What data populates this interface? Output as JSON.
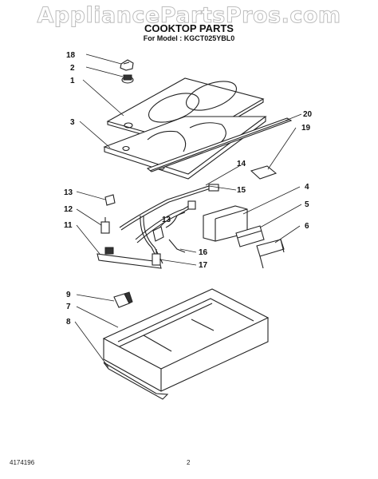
{
  "watermark": "AppliancePartsPros.com",
  "title": "COOKTOP PARTS",
  "model_line": "For Model : KGCT025YBL0",
  "footer": {
    "doc_number": "4174196",
    "page": "2"
  },
  "callouts": [
    "18",
    "2",
    "1",
    "3",
    "20",
    "19",
    "14",
    "15",
    "4",
    "13",
    "12",
    "5",
    "11",
    "13",
    "6",
    "16",
    "17",
    "9",
    "7",
    "8"
  ]
}
